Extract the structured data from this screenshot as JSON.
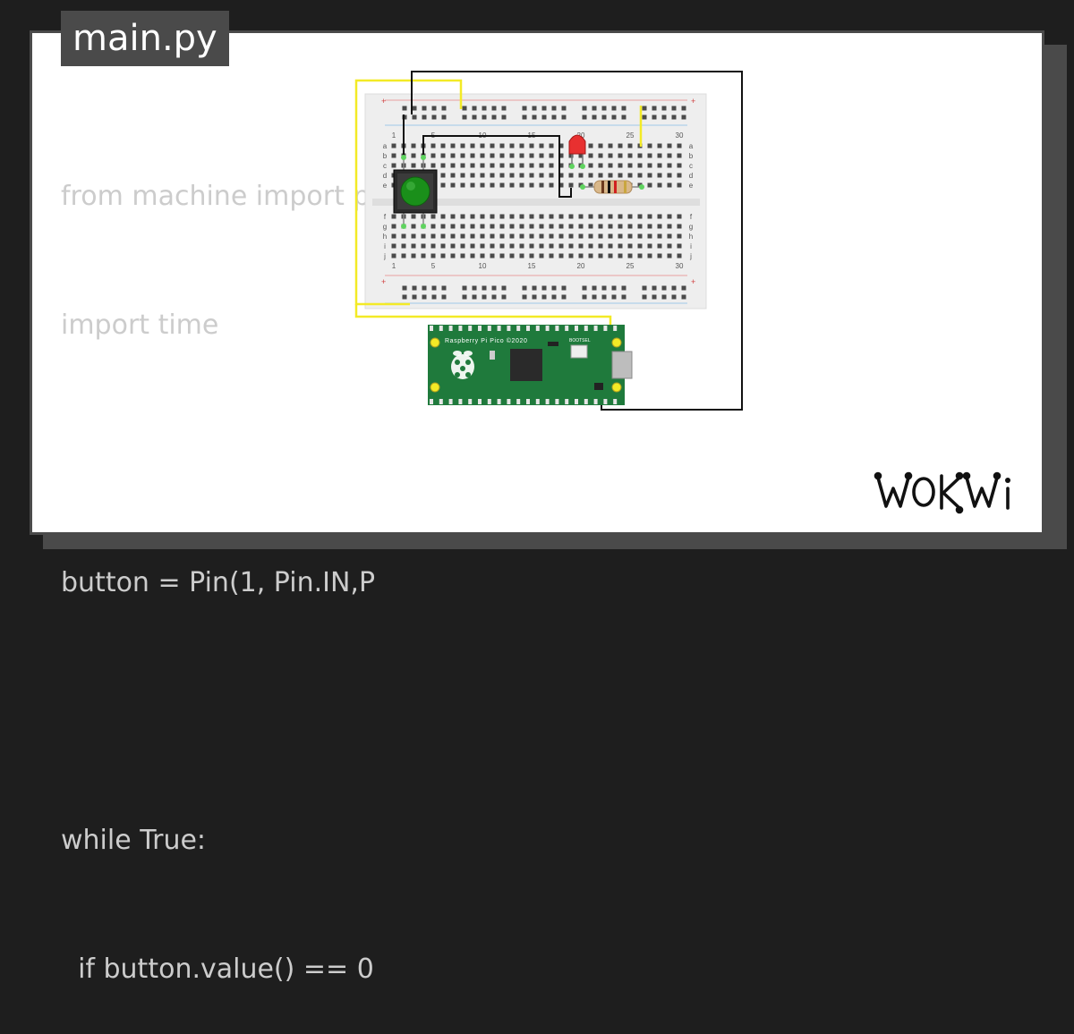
{
  "editor": {
    "filename": "main.py",
    "code_lines": [
      "from machine import p",
      "import time",
      "",
      "button = Pin(1, Pin.IN,P",
      "",
      "while True:",
      "  if button.value() == 0"
    ]
  },
  "breadboard": {
    "column_numbers": [
      "1",
      "5",
      "10",
      "15",
      "20",
      "25",
      "30"
    ],
    "row_letters_top": [
      "a",
      "b",
      "c",
      "d",
      "e"
    ],
    "row_letters_bottom": [
      "f",
      "g",
      "h",
      "i",
      "j"
    ],
    "rail_plus": "+",
    "rail_minus": "-"
  },
  "pico": {
    "label": "Raspberry Pi Pico ©2020",
    "bootsel_label": "BOOTSEL"
  },
  "components": {
    "button_color": "#1a8f1a",
    "led_color": "#e83030",
    "wire_power_color": "#f3ea26",
    "wire_signal_color": "#111111"
  },
  "brand": {
    "logo_text": "WOKWi"
  }
}
